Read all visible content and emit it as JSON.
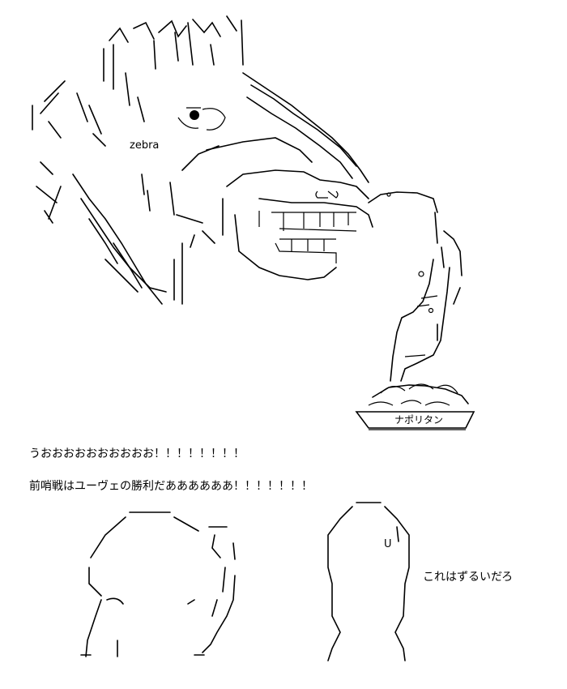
{
  "art": {
    "zebra_label": "zebra",
    "plate_label": "ナポリタン",
    "tag_letter": "U"
  },
  "lines": {
    "shout": "うおおおおおおおおおお！！！！！！！！",
    "result": "前哨戦はユーヴェの勝利だああああああ！！！！！！！",
    "comment": "これはずるいだろ"
  },
  "icons": [
    "zebra-head-art",
    "pasta-plate-art",
    "figure-left-art",
    "figure-right-art"
  ]
}
